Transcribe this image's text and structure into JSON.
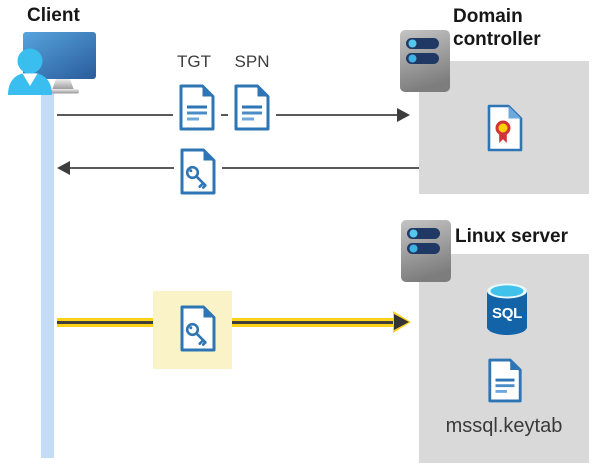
{
  "client": {
    "label": "Client"
  },
  "flows": {
    "tgt_label": "TGT",
    "spn_label": "SPN"
  },
  "domain_controller": {
    "label": "Domain controller"
  },
  "linux_server": {
    "label": "Linux server",
    "sql_icon_text": "SQL",
    "keytab_label": "mssql.keytab"
  },
  "icons": {
    "client": "user-at-computer-icon",
    "server": "rack-server-icon",
    "ticket_document": "document-icon",
    "key_document": "key-document-icon",
    "certificate": "certificate-icon",
    "sql_database": "sql-database-icon"
  },
  "colors": {
    "doc_blue": "#2E75B6",
    "doc_blue_light": "#6FA8DC",
    "box_gray": "#D9D9D9",
    "lifeline_blue": "#C5DCF7",
    "arrow_gray": "#595959",
    "arrowhead_gray": "#3d3d3d",
    "kerberos_yellow": "#FFD117",
    "highlight_yellow": "#FAF3C7",
    "server_slot_navy": "#1F3864",
    "sql_blue": "#1263A8",
    "cert_red": "#D13438",
    "cert_gold": "#FFD100",
    "person_cyan": "#39BEEF"
  }
}
